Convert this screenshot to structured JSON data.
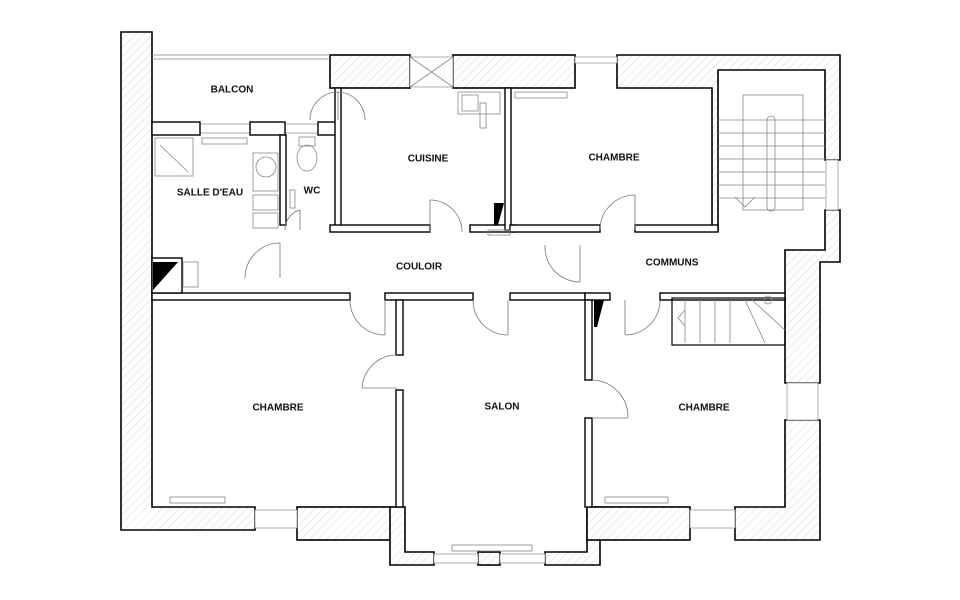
{
  "plan": {
    "rooms": {
      "balcon": "BALCON",
      "salle_deau": "SALLE D'EAU",
      "wc": "WC",
      "cuisine": "CUISINE",
      "chambre_north": "CHAMBRE",
      "couloir": "COULOIR",
      "communs": "COMMUNS",
      "chambre_west": "CHAMBRE",
      "salon": "SALON",
      "chambre_east": "CHAMBRE"
    },
    "colors": {
      "wall_stroke": "#000000",
      "fixture_stroke": "#888888",
      "background": "#ffffff"
    }
  }
}
